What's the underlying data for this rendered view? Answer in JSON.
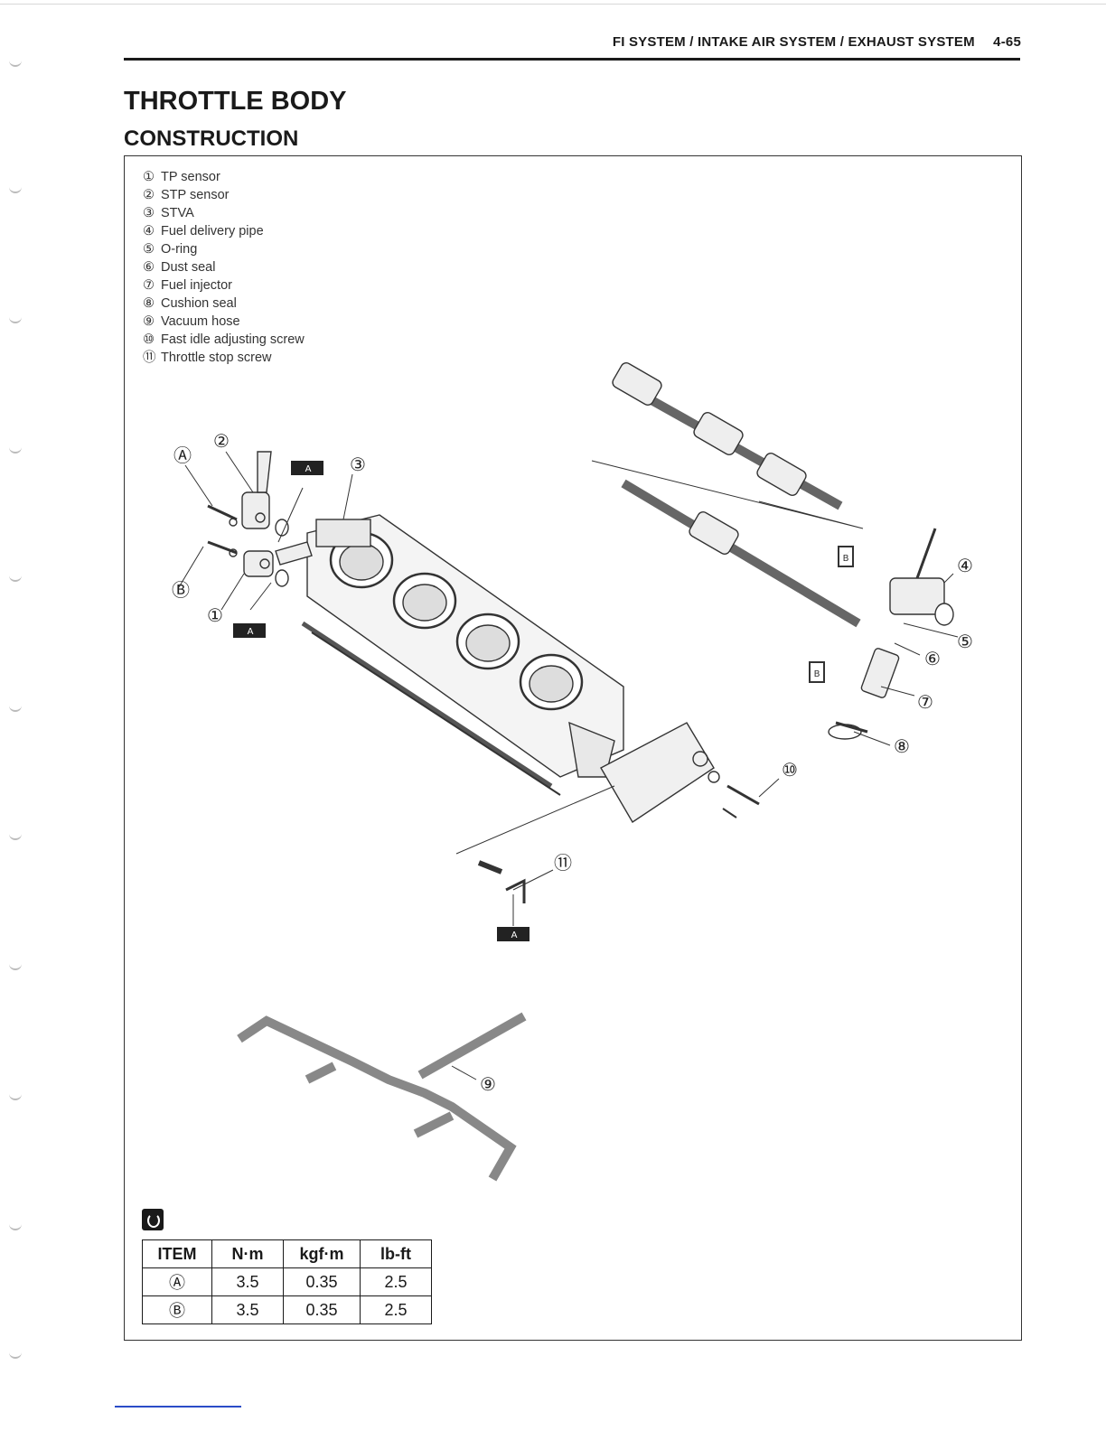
{
  "header": {
    "section": "FI SYSTEM / INTAKE AIR SYSTEM / EXHAUST SYSTEM",
    "page": "4-65"
  },
  "title": "THROTTLE BODY",
  "subtitle": "CONSTRUCTION",
  "legend": [
    {
      "num": "①",
      "label": "TP sensor"
    },
    {
      "num": "②",
      "label": "STP sensor"
    },
    {
      "num": "③",
      "label": "STVA"
    },
    {
      "num": "④",
      "label": "Fuel delivery pipe"
    },
    {
      "num": "⑤",
      "label": "O-ring"
    },
    {
      "num": "⑥",
      "label": "Dust seal"
    },
    {
      "num": "⑦",
      "label": "Fuel injector"
    },
    {
      "num": "⑧",
      "label": "Cushion seal"
    },
    {
      "num": "⑨",
      "label": "Vacuum hose"
    },
    {
      "num": "⑩",
      "label": "Fast idle adjusting screw"
    },
    {
      "num": "⑪",
      "label": "Throttle stop screw"
    }
  ],
  "callouts": {
    "a": "Ⓐ",
    "b": "Ⓑ",
    "n1": "①",
    "n2": "②",
    "n3": "③",
    "n4": "④",
    "n5": "⑤",
    "n6": "⑥",
    "n7": "⑦",
    "n8": "⑧",
    "n9": "⑨",
    "n10": "⑩",
    "n11": "⑪",
    "grease": "A",
    "thread": "B"
  },
  "torque_table": {
    "headers": [
      "ITEM",
      "N·m",
      "kgf·m",
      "lb-ft"
    ],
    "rows": [
      [
        "Ⓐ",
        "3.5",
        "0.35",
        "2.5"
      ],
      [
        "Ⓑ",
        "3.5",
        "0.35",
        "2.5"
      ]
    ]
  }
}
